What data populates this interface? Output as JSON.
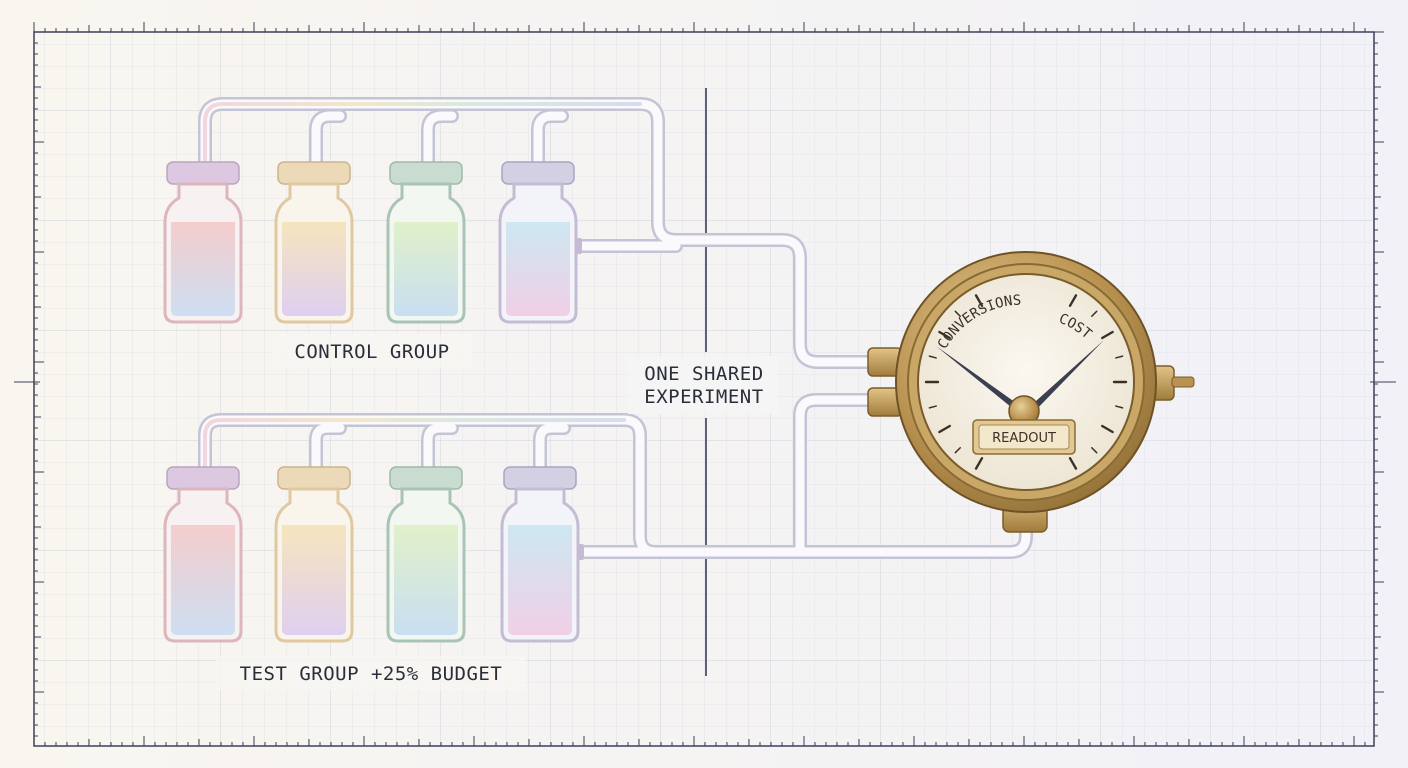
{
  "labels": {
    "control_group": "CONTROL GROUP",
    "test_group": "TEST GROUP +25% BUDGET",
    "shared_line1": "ONE SHARED",
    "shared_line2": "EXPERIMENT"
  },
  "gauge": {
    "left_scale": "CONVERSIONS",
    "right_scale": "COST",
    "readout": "READOUT"
  },
  "bottle_colors": {
    "caps": [
      "#dcc8e0",
      "#ecd9b8",
      "#c8dcd0",
      "#d4d0e4"
    ],
    "outlines": [
      "#dcb6bc",
      "#e0c9a0",
      "#a9c4b6",
      "#c4bcd4"
    ]
  },
  "colors": {
    "brass": "#b08a4e",
    "brass_dark": "#8a6a34",
    "gauge_face": "#f4efe4",
    "needle": "#3c3f52",
    "divider": "#3a3d55",
    "grid": "#d7d9e4"
  }
}
